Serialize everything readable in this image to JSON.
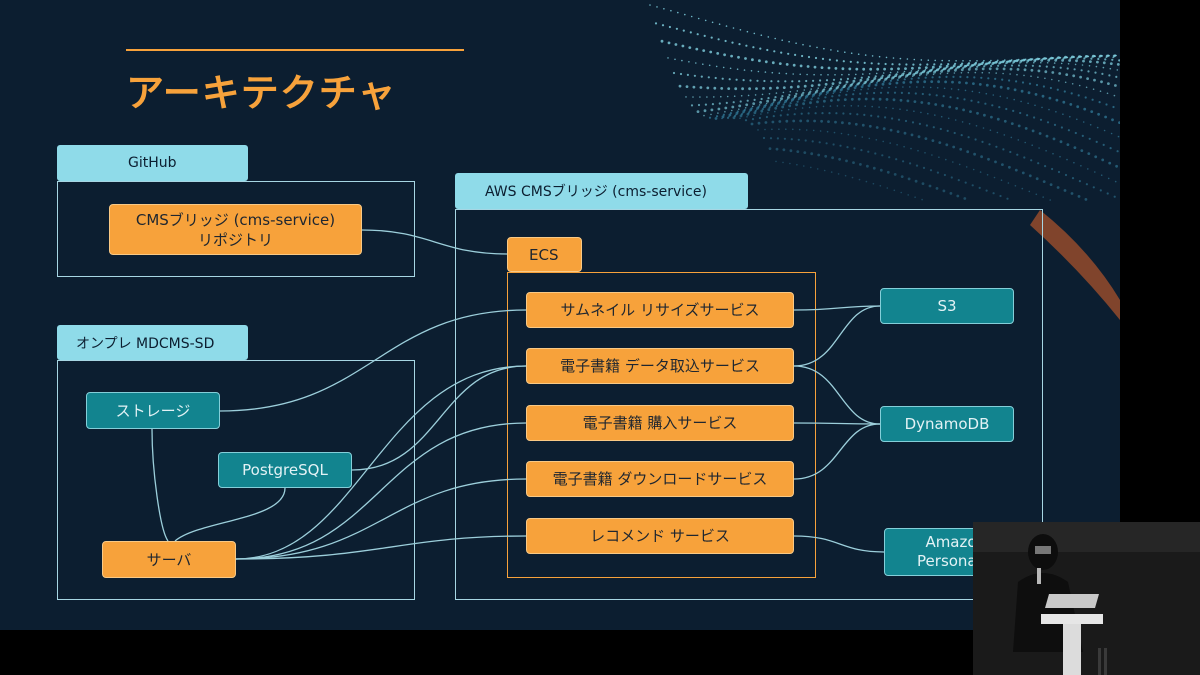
{
  "slide": {
    "title": "アーキテクチャ",
    "accent_color": "#f7a23b",
    "background_color": "#0c1e30"
  },
  "github": {
    "label": "GitHub",
    "repo_line1": "CMSブリッジ (cms-service)",
    "repo_line2": "リポジトリ"
  },
  "onprem": {
    "label": "オンプレ MDCMS-SD",
    "storage": "ストレージ",
    "postgres": "PostgreSQL",
    "server": "サーバ"
  },
  "aws": {
    "label": "AWS CMSブリッジ (cms-service)",
    "ecs": "ECS",
    "services": [
      "サムネイル リサイズサービス",
      "電子書籍 データ取込サービス",
      "電子書籍 購入サービス",
      "電子書籍 ダウンロードサービス",
      "レコメンド サービス"
    ],
    "s3": "S3",
    "dynamodb": "DynamoDB",
    "personalize_line1": "Amazo",
    "personalize_line2": "Personali"
  }
}
